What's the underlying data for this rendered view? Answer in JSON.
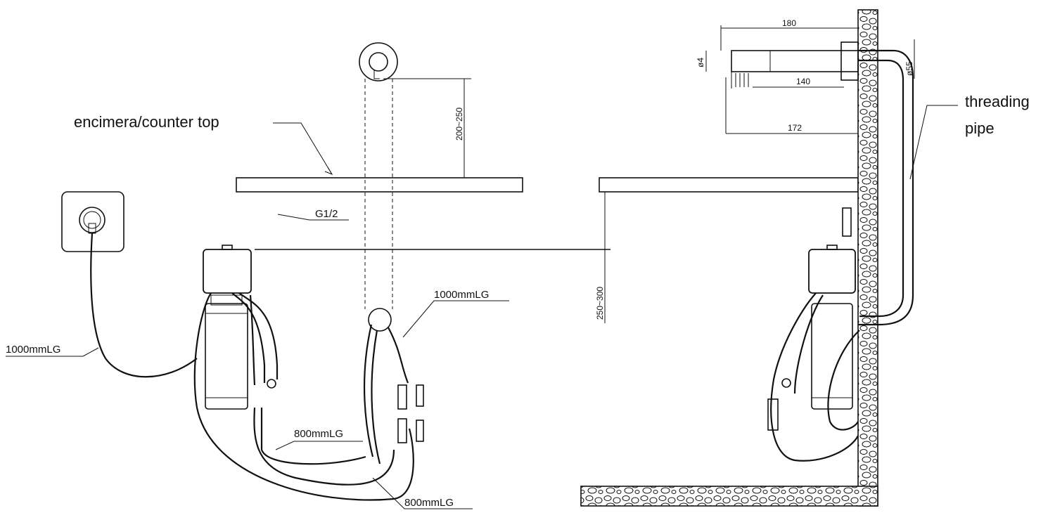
{
  "labels": {
    "counter_top": "encimera/counter top",
    "g_thread": "G1/2",
    "cable_left": "1000mmLG",
    "cable_mid": "1000mmLG",
    "hose_a": "800mmLG",
    "hose_b": "800mmLG",
    "threading_line1": "threading",
    "threading_line2": "pipe"
  },
  "dimensions": {
    "spout_height": "200~250",
    "under_counter": "250~300",
    "total_length": "180",
    "spout_reach": "140",
    "reach_172": "172",
    "spout_dia": "ø4",
    "flange_dia": "ø55"
  },
  "icons": {
    "outlet": "power-socket-icon",
    "faucet_top": "faucet-top-view-icon"
  }
}
